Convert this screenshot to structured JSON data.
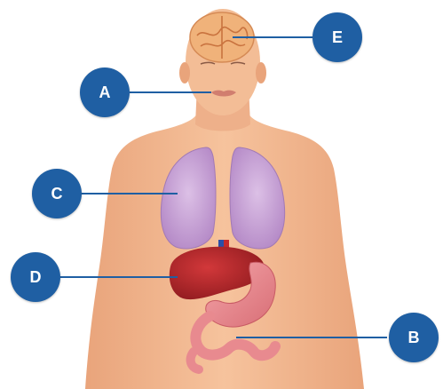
{
  "labels": {
    "A": "A",
    "B": "B",
    "C": "C",
    "D": "D",
    "E": "E"
  },
  "colors": {
    "callout": "#1f5fa3",
    "skin": "#f2b990",
    "lungs": "#c9a6d6",
    "liver": "#b3262a",
    "stomach": "#e88a8f",
    "brain": "#f0b27a"
  },
  "icons": [
    "brain-icon",
    "lips-icon",
    "lungs-icon",
    "liver-icon",
    "stomach-icon",
    "heart-vessels-icon"
  ]
}
